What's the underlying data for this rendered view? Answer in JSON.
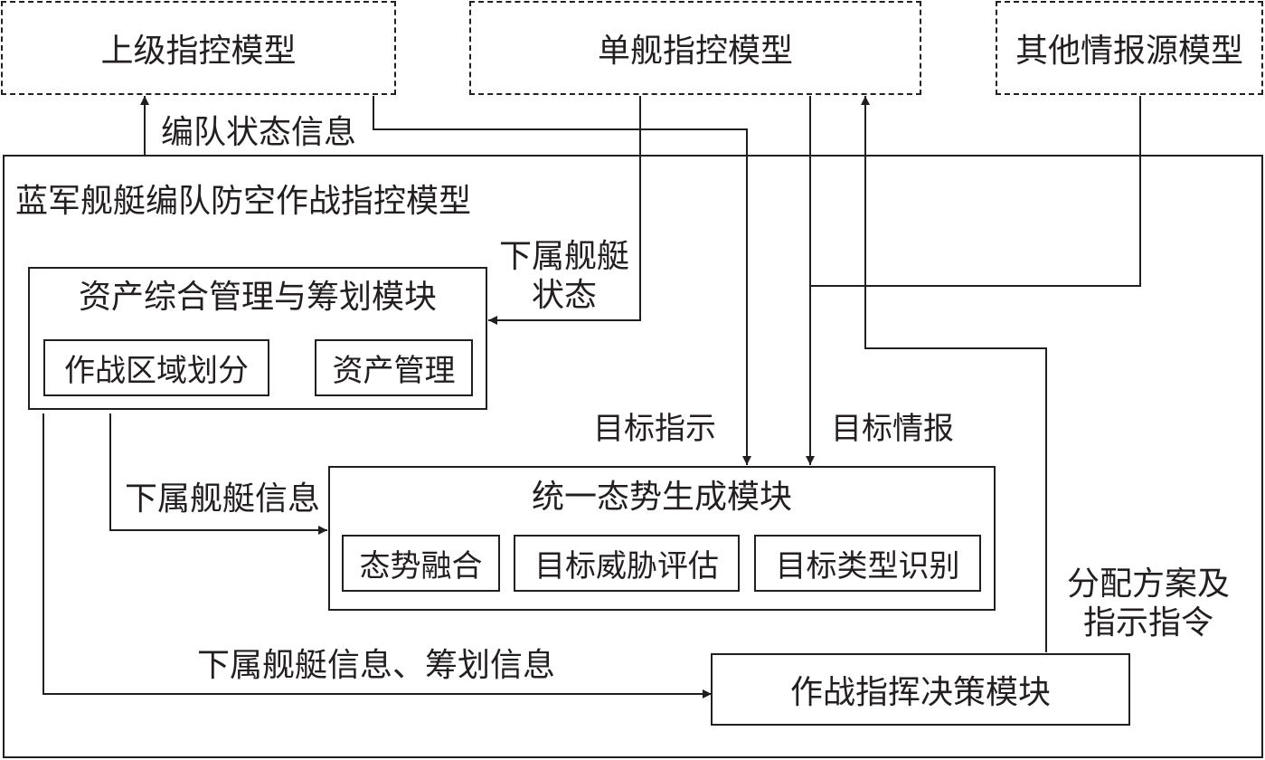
{
  "external": {
    "superior_model": "上级指控模型",
    "single_ship_model": "单舰指控模型",
    "other_intel_model": "其他情报源模型"
  },
  "main_model": {
    "title": "蓝军舰艇编队防空作战指控模型"
  },
  "asset_module": {
    "title": "资产综合管理与筹划模块",
    "sub_area": "作战区域划分",
    "sub_asset": "资产管理"
  },
  "situation_module": {
    "title": "统一态势生成模块",
    "sub_fusion": "态势融合",
    "sub_threat": "目标威胁评估",
    "sub_type": "目标类型识别"
  },
  "command_module": {
    "title": "作战指挥决策模块"
  },
  "flow_labels": {
    "formation_status": "编队状态信息",
    "subordinate_status_line1": "下属舰艇",
    "subordinate_status_line2": "状态",
    "target_indication": "目标指示",
    "target_intel": "目标情报",
    "subordinate_info": "下属舰艇信息",
    "subordinate_plan_info": "下属舰艇信息、筹划信息",
    "allocation_line1": "分配方案及",
    "allocation_line2": "指示指令"
  }
}
